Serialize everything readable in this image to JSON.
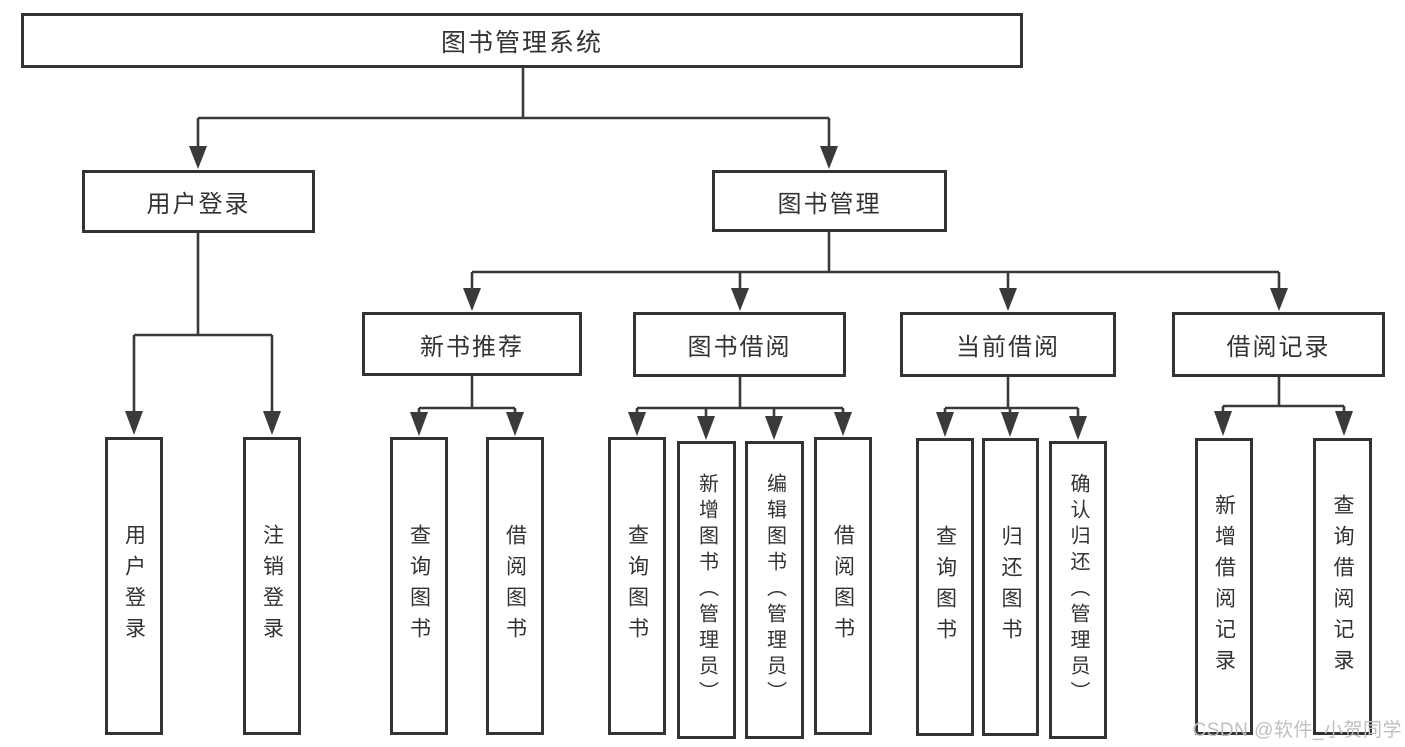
{
  "diagram": {
    "root": {
      "label": "图书管理系统"
    },
    "branches": [
      {
        "label": "用户登录",
        "children": [
          {
            "label": "用户登录"
          },
          {
            "label": "注销登录"
          }
        ]
      },
      {
        "label": "图书管理",
        "modules": [
          {
            "label": "新书推荐",
            "children": [
              {
                "label": "查询图书"
              },
              {
                "label": "借阅图书"
              }
            ]
          },
          {
            "label": "图书借阅",
            "children": [
              {
                "label": "查询图书"
              },
              {
                "label": "新增图书（管理员）"
              },
              {
                "label": "编辑图书（管理员）"
              },
              {
                "label": "借阅图书"
              }
            ]
          },
          {
            "label": "当前借阅",
            "children": [
              {
                "label": "查询图书"
              },
              {
                "label": "归还图书"
              },
              {
                "label": "确认归还（管理员）"
              }
            ]
          },
          {
            "label": "借阅记录",
            "children": [
              {
                "label": "新增借阅记录"
              },
              {
                "label": "查询借阅记录"
              }
            ]
          }
        ]
      }
    ]
  },
  "watermark": {
    "text": "CSDN @软件_小贺同学"
  },
  "colors": {
    "line": "#3a3a3a",
    "box_border": "#333333",
    "text": "#333333",
    "watermark": "#bfbfbf",
    "background": "#ffffff"
  }
}
